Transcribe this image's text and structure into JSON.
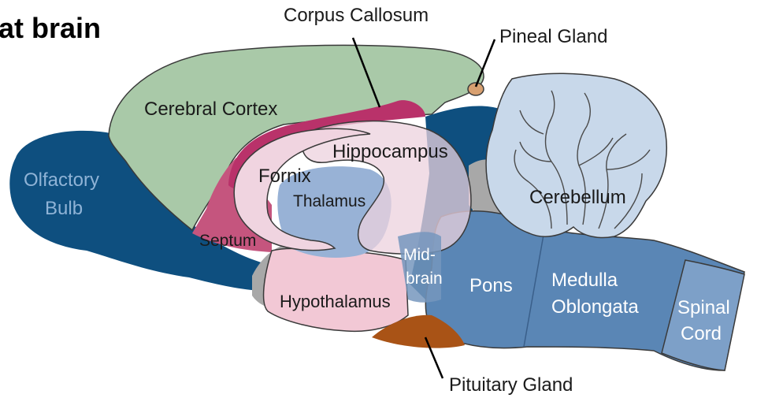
{
  "title": "at brain",
  "labels": {
    "corpus_callosum": "Corpus Callosum",
    "pineal_gland": "Pineal Gland",
    "cerebral_cortex": "Cerebral Cortex",
    "olfactory_bulb_line1": "Olfactory",
    "olfactory_bulb_line2": "Bulb",
    "hippocampus": "Hippocampus",
    "fornix": "Fornix",
    "thalamus": "Thalamus",
    "cerebellum": "Cerebellum",
    "septum": "Septum",
    "midbrain_line1": "Mid-",
    "midbrain_line2": "brain",
    "pons": "Pons",
    "medulla_line1": "Medulla",
    "medulla_line2": "Oblongata",
    "spinal_line1": "Spinal",
    "spinal_line2": "Cord",
    "hypothalamus": "Hypothalamus",
    "pituitary_gland": "Pituitary Gland"
  },
  "colors": {
    "cortex": "#a9c9a8",
    "olfactory": "#0e4f7f",
    "brainstem": "#5a86b5",
    "cerebellum": "#c8d8ea",
    "thalamus": "#98b2d6",
    "hippocampus": "#ecd2de",
    "septum": "#c5557e",
    "corpus_callosum": "#b9326a",
    "hypothalamus": "#f2c8d5",
    "pituitary": "#a95316",
    "pineal": "#d8a070",
    "grey": "#a8a8a8"
  }
}
